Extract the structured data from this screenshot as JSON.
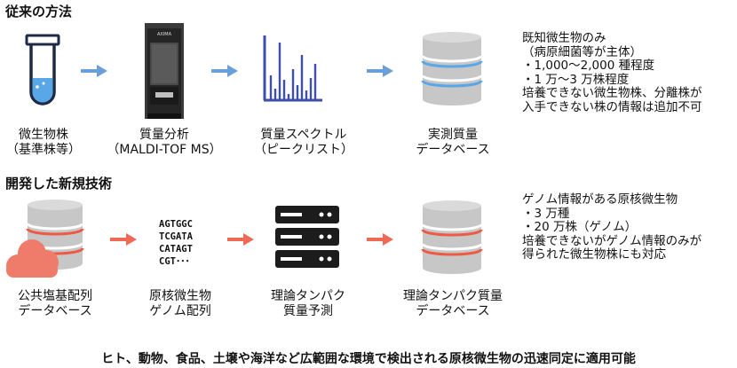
{
  "sections": {
    "conventional": {
      "title": "従来の方法",
      "steps": [
        {
          "line1": "微生物株",
          "line2": "（基準株等）"
        },
        {
          "line1": "質量分析",
          "line2": "（MALDI-TOF MS）"
        },
        {
          "line1": "質量スペクトル",
          "line2": "（ピークリスト）"
        },
        {
          "line1": "実測質量",
          "line2": "データベース"
        }
      ],
      "instrument_brand": "AXIMA",
      "notes": [
        "既知微生物のみ",
        "（病原細菌等が主体）",
        "・1,000～2,000 種程度",
        "・1 万～3 万株程度",
        "培養できない微生物株、分離株が",
        "入手できない株の情報は追加不可"
      ]
    },
    "new": {
      "title": "開発した新規技術",
      "steps": [
        {
          "line1": "公共塩基配列",
          "line2": "データベース"
        },
        {
          "line1": "原核微生物",
          "line2": "ゲノム配列"
        },
        {
          "line1": "理論タンパク",
          "line2": "質量予測"
        },
        {
          "line1": "理論タンパク質量",
          "line2": "データベース"
        }
      ],
      "sequence_lines": [
        "AGTGGC",
        "TCGATA",
        "CATAGT",
        "CGT･･･"
      ],
      "notes": [
        "ゲノム情報がある原核微生物",
        "・3 万種",
        "・20 万株（ゲノム）",
        "培養できないがゲノム情報のみが",
        "得られた微生物株にも対応"
      ]
    }
  },
  "footer": "ヒト、動物、食品、土壌や海洋など広範囲な環境で検出される原核微生物の迅速同定に適用可能",
  "colors": {
    "conventional_arrow": "#6a9fd8",
    "new_arrow": "#ef6a56",
    "db_blue": "#5aa7e8",
    "db_red": "#ef5a45",
    "db_gray": "#c7c7c7",
    "cloud": "#ef7b6a",
    "spectrum": "#3d4fa8"
  }
}
